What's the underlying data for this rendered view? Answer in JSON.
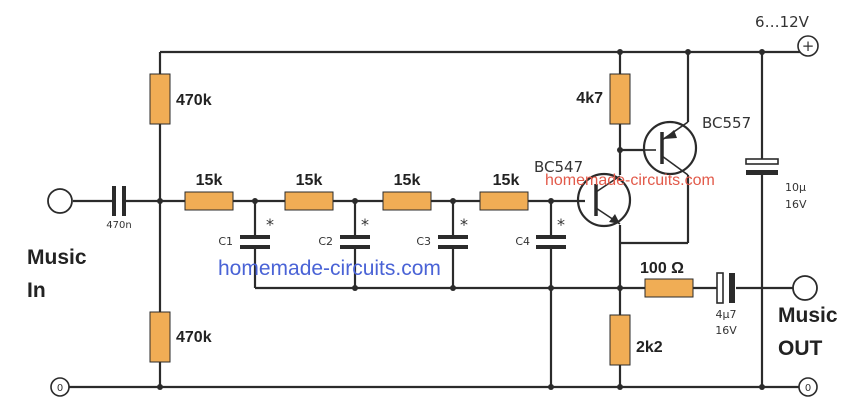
{
  "supply": {
    "voltage": "6…12V",
    "plus": "+",
    "zero": "0"
  },
  "resistors": {
    "r_top_bias": "470k",
    "r_bottom_bias": "470k",
    "r_filter": [
      "15k",
      "15k",
      "15k",
      "15k"
    ],
    "r_collector": "4k7",
    "r_emitter": "2k2",
    "r_output": "100 Ω"
  },
  "capacitors": {
    "c_input": "470n",
    "c_filter": [
      "C1",
      "C2",
      "C3",
      "C4"
    ],
    "marker": "*",
    "c_supply_value": "10µ",
    "c_supply_voltage": "16V",
    "c_output_value": "4µ7",
    "c_output_voltage": "16V"
  },
  "transistors": {
    "npn": "BC547",
    "pnp": "BC557"
  },
  "ports": {
    "input_line1": "Music",
    "input_line2": "In",
    "output_line1": "Music",
    "output_line2": "OUT"
  },
  "watermarks": [
    "homemade-circuits.com",
    "homemade-circuits.com"
  ],
  "colors": {
    "resistor": "#f0ad55",
    "wire": "#2b2b2b",
    "watermark_blue": "#4a63d6",
    "watermark_red": "#e25a4a"
  }
}
